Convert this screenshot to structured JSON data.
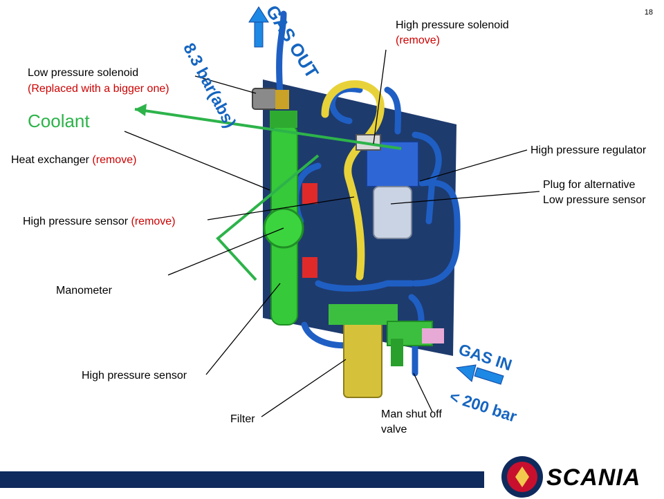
{
  "slide": {
    "page_number": "18",
    "brand": "SCANIA"
  },
  "labels": {
    "low_pressure_solenoid": "Low pressure solenoid",
    "low_pressure_solenoid_note": "(Replaced with a bigger one)",
    "coolant": "Coolant",
    "heat_exchanger": "Heat exchanger ",
    "heat_exchanger_note": "(remove)",
    "high_pressure_sensor_remove": "High pressure sensor ",
    "high_pressure_sensor_remove_note": "(remove)",
    "manometer": "Manometer",
    "high_pressure_sensor": "High pressure sensor",
    "filter": "Filter",
    "man_shut_off_valve_1": "Man shut off",
    "man_shut_off_valve_2": "valve",
    "high_pressure_solenoid": "High pressure solenoid",
    "high_pressure_solenoid_note": "(remove)",
    "high_pressure_regulator": "High pressure regulator",
    "plug_1": "Plug for alternative",
    "plug_2": "Low pressure sensor"
  },
  "callouts": {
    "gas_out": "GAS OUT",
    "pressure_out": "8.3 bar(abs)",
    "gas_in": "GAS IN",
    "pressure_in": "< 200 bar"
  },
  "colors": {
    "callout_blue": "#1565c0",
    "coolant_green": "#2db34a",
    "note_red": "#cc0000",
    "footer_navy": "#0f2a5c"
  }
}
